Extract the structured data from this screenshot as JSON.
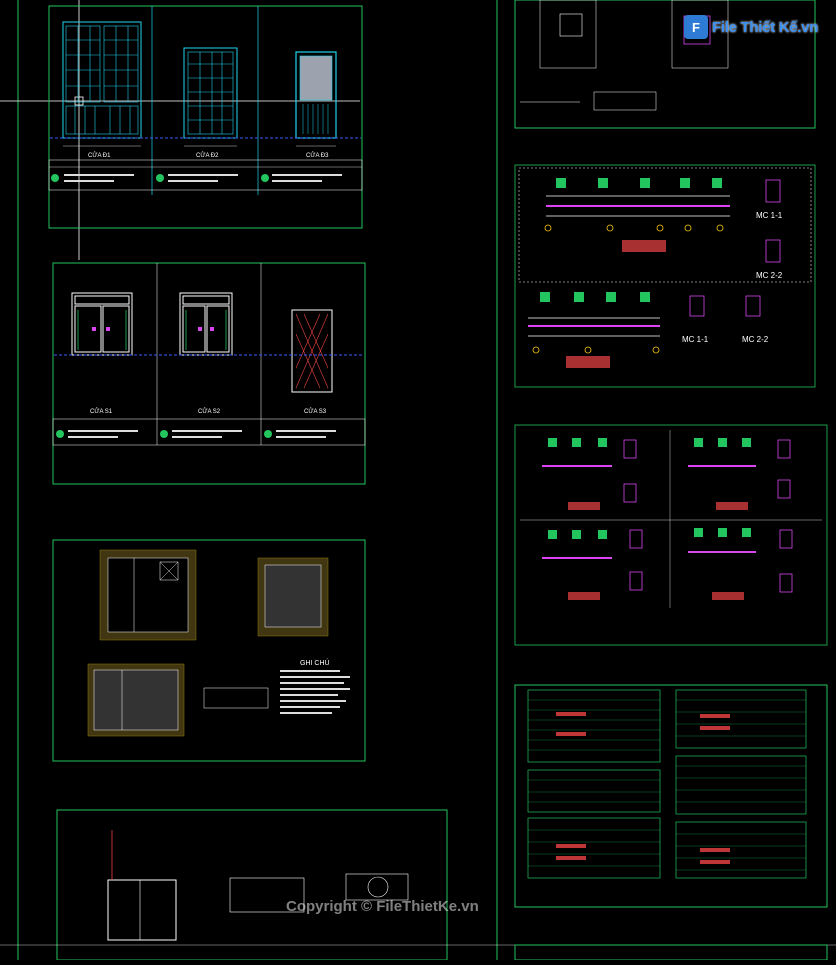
{
  "watermark": "Copyright © FileThietKe.vn",
  "logo": {
    "mark": "F",
    "text": "File Thiết Kế.vn"
  },
  "panels": {
    "doors_top": [
      "CỬA Đ1",
      "CỬA Đ2",
      "CỬA Đ3"
    ],
    "windows": [
      "CỬA S1",
      "CỬA S2",
      "CỬA S3"
    ],
    "septic_title": "GHI CHÚ",
    "beam_sections": [
      "MC 1-1",
      "MC 2-2",
      "MC 1-1",
      "MC 2-2"
    ]
  },
  "colors": {
    "frame": "#22c55e",
    "cyan": "#22d3ee",
    "white": "#ffffff",
    "red": "#ef4444",
    "magenta": "#d946ef",
    "yellow": "#facc15",
    "blue_dash": "#3b5bfd"
  }
}
